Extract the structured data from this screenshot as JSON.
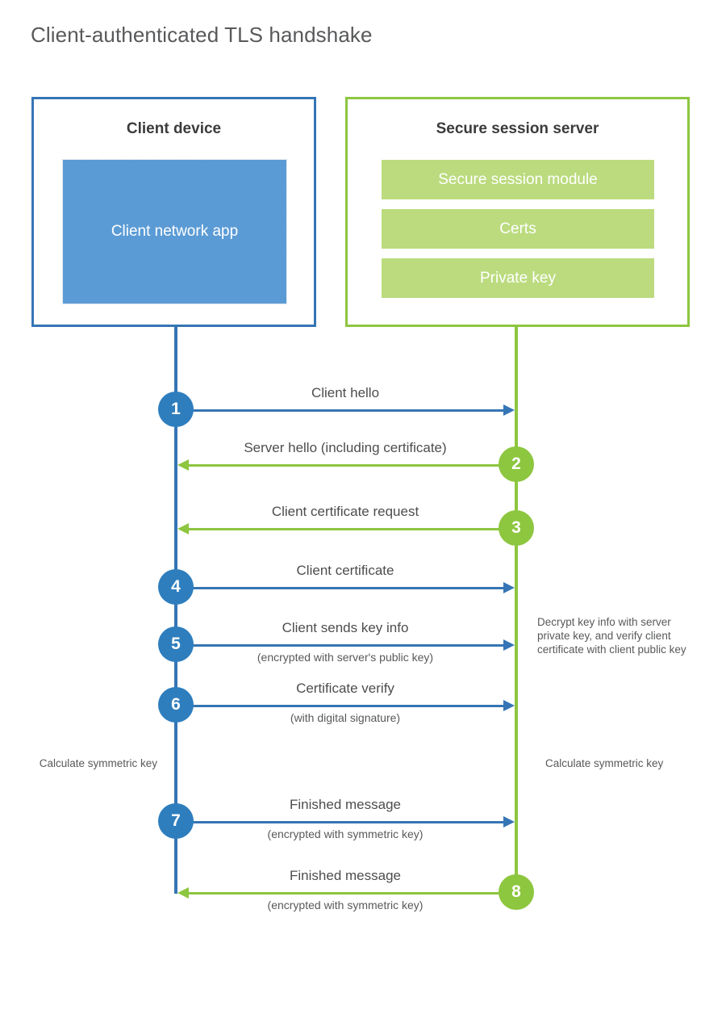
{
  "page": {
    "title": "Client-authenticated TLS handshake"
  },
  "colors": {
    "client_blue": "#3575b5",
    "client_circle_blue": "#2e7ebe",
    "client_app_fill": "#5b9bd5",
    "server_green": "#8dc63f",
    "server_bar_fill": "#bbdb7e",
    "text_gray": "#58595b",
    "background": "#ffffff"
  },
  "client": {
    "title": "Client device",
    "app_label": "Client network app"
  },
  "server": {
    "title": "Secure session server",
    "components": [
      "Secure session module",
      "Certs",
      "Private key"
    ]
  },
  "messages": [
    {
      "number": "1",
      "label": "Client hello",
      "sublabel": "",
      "direction": "client-to-server",
      "color": "blue"
    },
    {
      "number": "2",
      "label": "Server hello (including certificate)",
      "sublabel": "",
      "direction": "server-to-client",
      "color": "green"
    },
    {
      "number": "3",
      "label": "Client certificate request",
      "sublabel": "",
      "direction": "server-to-client",
      "color": "green"
    },
    {
      "number": "4",
      "label": "Client certificate",
      "sublabel": "",
      "direction": "client-to-server",
      "color": "blue"
    },
    {
      "number": "5",
      "label": "Client sends key info",
      "sublabel": "(encrypted with server's public key)",
      "direction": "client-to-server",
      "color": "blue"
    },
    {
      "number": "6",
      "label": "Certificate verify",
      "sublabel": "(with digital signature)",
      "direction": "client-to-server",
      "color": "blue"
    },
    {
      "number": "7",
      "label": "Finished message",
      "sublabel": "(encrypted with symmetric key)",
      "direction": "client-to-server",
      "color": "blue"
    },
    {
      "number": "8",
      "label": "Finished message",
      "sublabel": "(encrypted with symmetric key)",
      "direction": "server-to-client",
      "color": "green"
    }
  ],
  "notes": {
    "decrypt": "Decrypt key info with server private key, and verify client certificate with client public key",
    "calculate_client": "Calculate symmetric key",
    "calculate_server": "Calculate symmetric key"
  }
}
